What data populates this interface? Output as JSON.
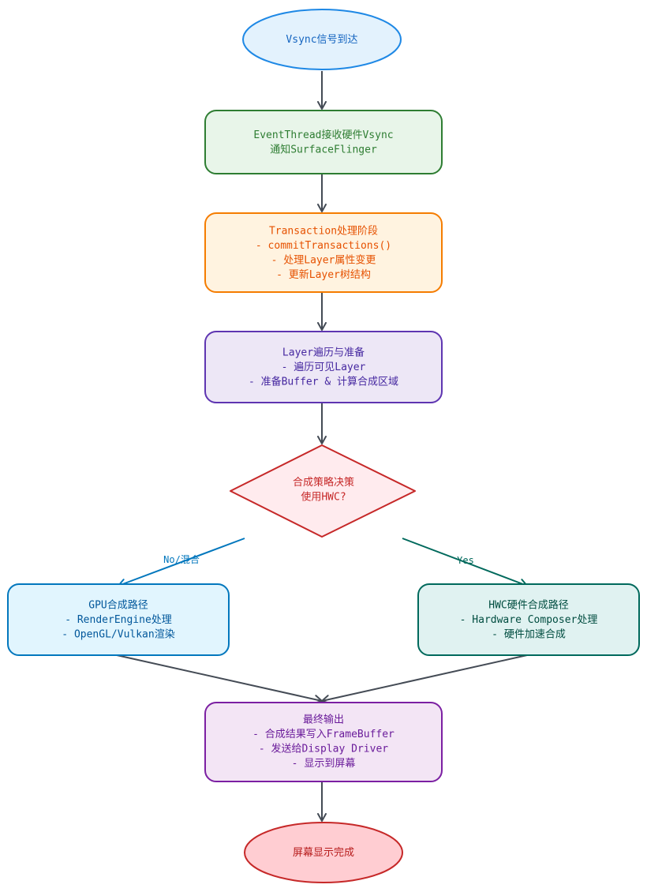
{
  "nodes": {
    "vsync_arrive": {
      "lines": [
        "Vsync信号到达"
      ],
      "fill": "#e3f2fd",
      "stroke": "#1e88e5",
      "text_color": "#1565c0"
    },
    "event_thread": {
      "lines": [
        "EventThread接收硬件Vsync",
        "通知SurfaceFlinger"
      ],
      "fill": "#e8f5e9",
      "stroke": "#2e7d32",
      "text_color": "#2e7d32"
    },
    "transaction": {
      "lines": [
        "Transaction处理阶段",
        "- commitTransactions()",
        "- 处理Layer属性变更",
        "- 更新Layer树结构"
      ],
      "fill": "#fff3e0",
      "stroke": "#f57c00",
      "text_color": "#e65100"
    },
    "layer_traverse": {
      "lines": [
        "Layer遍历与准备",
        "- 遍历可见Layer",
        "- 准备Buffer & 计算合成区域"
      ],
      "fill": "#ede7f6",
      "stroke": "#5e35b1",
      "text_color": "#4527a0"
    },
    "composition_decision": {
      "lines": [
        "合成策略决策",
        "使用HWC?"
      ],
      "fill": "#ffebee",
      "stroke": "#c62828",
      "text_color": "#c62828"
    },
    "gpu_path": {
      "lines": [
        "GPU合成路径",
        "- RenderEngine处理",
        "- OpenGL/Vulkan渲染"
      ],
      "fill": "#e1f5fe",
      "stroke": "#0277bd",
      "text_color": "#01579b"
    },
    "hwc_path": {
      "lines": [
        "HWC硬件合成路径",
        "- Hardware Composer处理",
        "- 硬件加速合成"
      ],
      "fill": "#e0f2f1",
      "stroke": "#00695c",
      "text_color": "#004d40"
    },
    "final_output": {
      "lines": [
        "最终输出",
        "- 合成结果写入FrameBuffer",
        "- 发送给Display Driver",
        "- 显示到屏幕"
      ],
      "fill": "#f3e5f5",
      "stroke": "#7b1fa2",
      "text_color": "#6a1b9a"
    },
    "display_done": {
      "lines": [
        "屏幕显示完成"
      ],
      "fill": "#ffcdd2",
      "stroke": "#c62828",
      "text_color": "#b71c1c"
    }
  },
  "edges": {
    "no_label": "No/混合",
    "yes_label": "Yes",
    "default_color": "#444b55",
    "no_color": "#0277bd",
    "yes_color": "#00695c"
  }
}
